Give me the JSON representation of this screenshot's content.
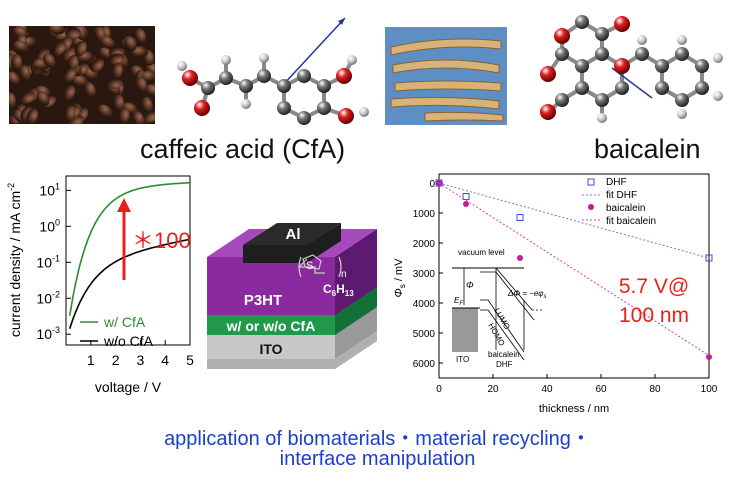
{
  "molecules": {
    "left_name": "caffeic acid (CfA)",
    "right_name": "baicalein"
  },
  "iv_plot": {
    "ylabel": "current density / mA cm",
    "ylabel_sup": "-2",
    "xlabel": "voltage / V",
    "xticks": [
      "1",
      "2",
      "3",
      "4",
      "5"
    ],
    "yticks": [
      "10",
      "10",
      "10",
      "10",
      "10"
    ],
    "ytick_exps": [
      "1",
      "0",
      "-1",
      "-2",
      "-3"
    ],
    "legend_with": "w/ CfA",
    "legend_without": "w/o CfA",
    "factor_label": "＊100",
    "colors": {
      "with": "#2e8b2e",
      "without": "#000000",
      "arrow": "#e8201c"
    }
  },
  "device": {
    "top_electrode": "Al",
    "polymer": "P3HT",
    "polymer_sub": "S",
    "polymer_n": "n",
    "polymer_chain": "C",
    "polymer_chain_sub1": "6",
    "polymer_chain_h": "H",
    "polymer_chain_sub2": "13",
    "interlayer": "w/ or w/o CfA",
    "substrate": "ITO",
    "colors": {
      "top": "#2a2a2a",
      "polymer": "#8a2a9e",
      "interlayer": "#1e9a4a",
      "substrate": "#c8c8c8"
    }
  },
  "wf_plot": {
    "ylabel": "mV",
    "ylabel_sym": "Φ",
    "ylabel_sub": "s",
    "xlabel": "thickness / nm",
    "xticks": [
      "0",
      "20",
      "40",
      "60",
      "80",
      "100"
    ],
    "yticks": [
      "0",
      "1000",
      "2000",
      "3000",
      "4000",
      "5000",
      "6000"
    ],
    "legend": [
      "DHF",
      "fit DHF",
      "baicalein",
      "fit baicalein"
    ],
    "annotation_line1": "5.7 V@",
    "annotation_line2": "100 nm",
    "inset": {
      "vacuum_level": "vacuum level",
      "phi": "Φ",
      "ef": "E",
      "ef_sub": "F",
      "delta": "ΔΦ = −eφ",
      "delta_sub": "s",
      "lumo": "LUMO",
      "homo": "HOMO",
      "ito": "ITO",
      "baicalein": "baicalein",
      "dhf": "DHF"
    }
  },
  "chart_data": {
    "type": "scatter",
    "xlabel": "thickness / nm",
    "ylabel": "Φs / mV",
    "xlim": [
      0,
      100
    ],
    "ylim": [
      6500,
      -300
    ],
    "series": [
      {
        "name": "DHF",
        "x": [
          0,
          10,
          30,
          100
        ],
        "y": [
          0,
          450,
          1150,
          2500
        ]
      },
      {
        "name": "fit DHF",
        "x": [
          0,
          100
        ],
        "y": [
          0,
          2500
        ]
      },
      {
        "name": "baicalein",
        "x": [
          0,
          10,
          30,
          100
        ],
        "y": [
          0,
          700,
          2500,
          5800
        ]
      },
      {
        "name": "fit baicalein",
        "x": [
          0,
          100
        ],
        "y": [
          0,
          5750
        ]
      }
    ]
  },
  "caption_line1": "application of biomaterials・material recycling・",
  "caption_line2": "interface manipulation"
}
